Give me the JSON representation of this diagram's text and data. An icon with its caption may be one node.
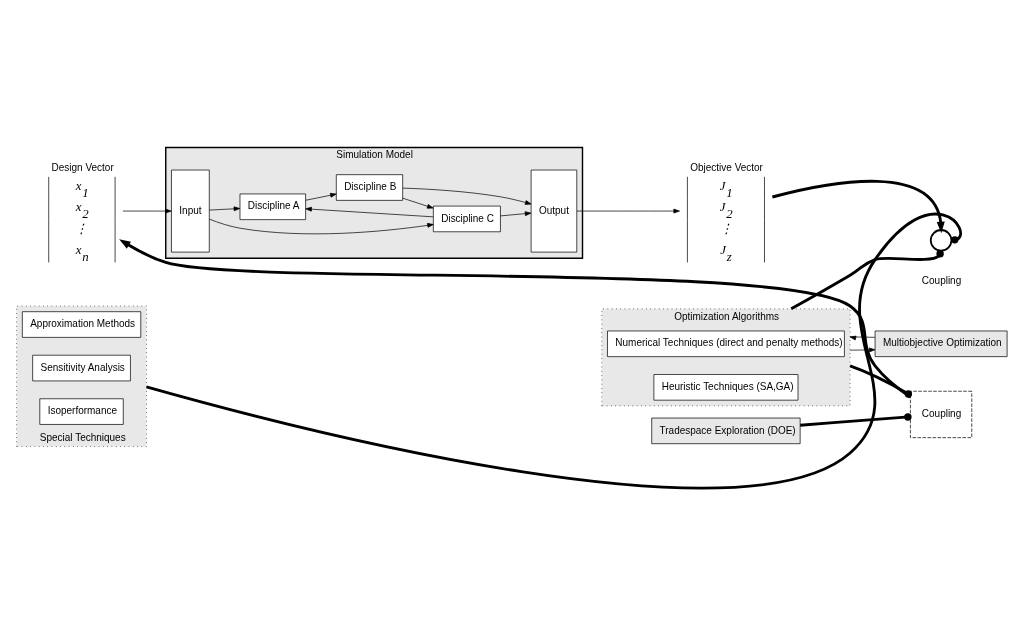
{
  "diagram": {
    "nodes": [
      {
        "text": [
          "Design Vector",
          "x$_{1}$",
          "x$_{2}$",
          "⋮",
          "x$_{n}$"
        ]
      },
      {
        "text": [
          "Simulation Model"
        ]
      },
      {
        "text": [
          "Input"
        ],
        "in": 1
      },
      {
        "text": [
          "Discipline A"
        ],
        "in": 1
      },
      {
        "text": [
          "Discipline B"
        ],
        "in": 1
      },
      {
        "text": [
          "Discipline C"
        ],
        "in": 1
      },
      {
        "text": [
          "Output"
        ],
        "in": 1
      },
      {
        "text": [
          "Objective Vector",
          "J$_{1}$",
          "J$_{2}$",
          "⋮",
          "J$_{z}$"
        ]
      },
      {
        "text": [
          "Coupling"
        ]
      },
      {
        "text": [
          "Multiobjective Optimization"
        ]
      },
      {
        "text": [
          "Tradespace Exploration (DOE)"
        ]
      },
      {
        "text": [
          "Optimization Algorithms"
        ]
      },
      {
        "text": [
          "Numerical Techniques (direct and penalty methods)"
        ],
        "in": 11
      },
      {
        "text": [
          "Heuristic Techniques (SA,GA)"
        ],
        "in": 11
      },
      {
        "text": [],
        "shape": "circle",
        "beside": [
          "Coupling"
        ]
      },
      {
        "text": [
          "Special Techniques"
        ]
      },
      {
        "text": [
          "Approximation Methods"
        ],
        "in": 15
      },
      {
        "text": [
          "Sensitivity Analysis"
        ],
        "in": 15
      },
      {
        "text": [
          "Isoperformance"
        ],
        "in": 15
      }
    ],
    "edges": [
      {
        "from": 0,
        "to": 2,
        "arrow": "to"
      },
      {
        "from": 2,
        "to": 3,
        "arrow": "to"
      },
      {
        "from": 2,
        "to": 5,
        "arrow": "to"
      },
      {
        "from": 3,
        "to": 4,
        "arrow": "to"
      },
      {
        "from": 4,
        "to": 6,
        "arrow": "to"
      },
      {
        "from": 4,
        "to": 5,
        "arrow": "to"
      },
      {
        "from": 5,
        "to": 3,
        "arrow": "to"
      },
      {
        "from": 5,
        "to": 6,
        "arrow": "to"
      },
      {
        "from": 6,
        "to": 7,
        "arrow": "to"
      },
      {
        "from": 10,
        "to": 8,
        "arrow": "other",
        "style": "thick"
      },
      {
        "from": 8,
        "to": 0,
        "arrow": "to",
        "style": "thick"
      },
      {
        "from": 11,
        "to": 8,
        "arrow": "other",
        "style": "thick"
      },
      {
        "from": 11,
        "to": 9,
        "arrow": "to"
      },
      {
        "from": 9,
        "to": 11,
        "arrow": "to"
      },
      {
        "from": 7,
        "to": 14,
        "arrow": "to",
        "style": "thick"
      },
      {
        "from": 11,
        "to": 14,
        "arrow": "other",
        "style": "thick"
      },
      {
        "from": 15,
        "to": 14,
        "arrow": "other",
        "style": "thick"
      }
    ]
  }
}
